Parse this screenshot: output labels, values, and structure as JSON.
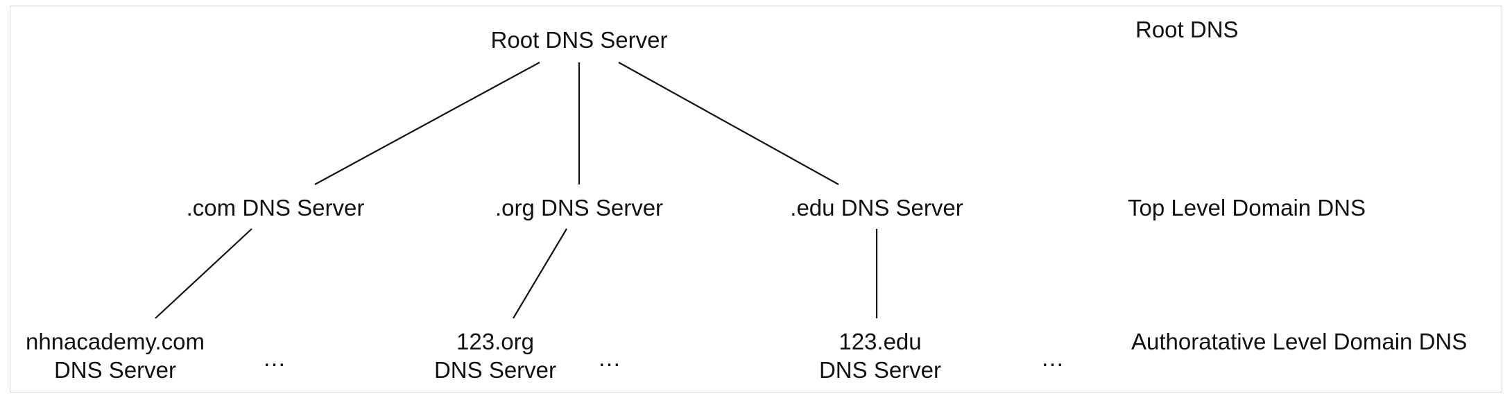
{
  "nodes": {
    "root": "Root DNS Server",
    "com": ".com DNS Server",
    "org": ".org DNS Server",
    "edu": ".edu DNS Server",
    "nhn_line1": "nhnacademy.com",
    "nhn_line2": "DNS Server",
    "org123_line1": "123.org",
    "org123_line2": "DNS Server",
    "edu123_line1": "123.edu",
    "edu123_line2": "DNS Server"
  },
  "levels": {
    "root": "Root DNS",
    "tld": "Top Level Domain DNS",
    "authoritative": "Authoratative Level Domain DNS"
  },
  "ellipsis": "…"
}
